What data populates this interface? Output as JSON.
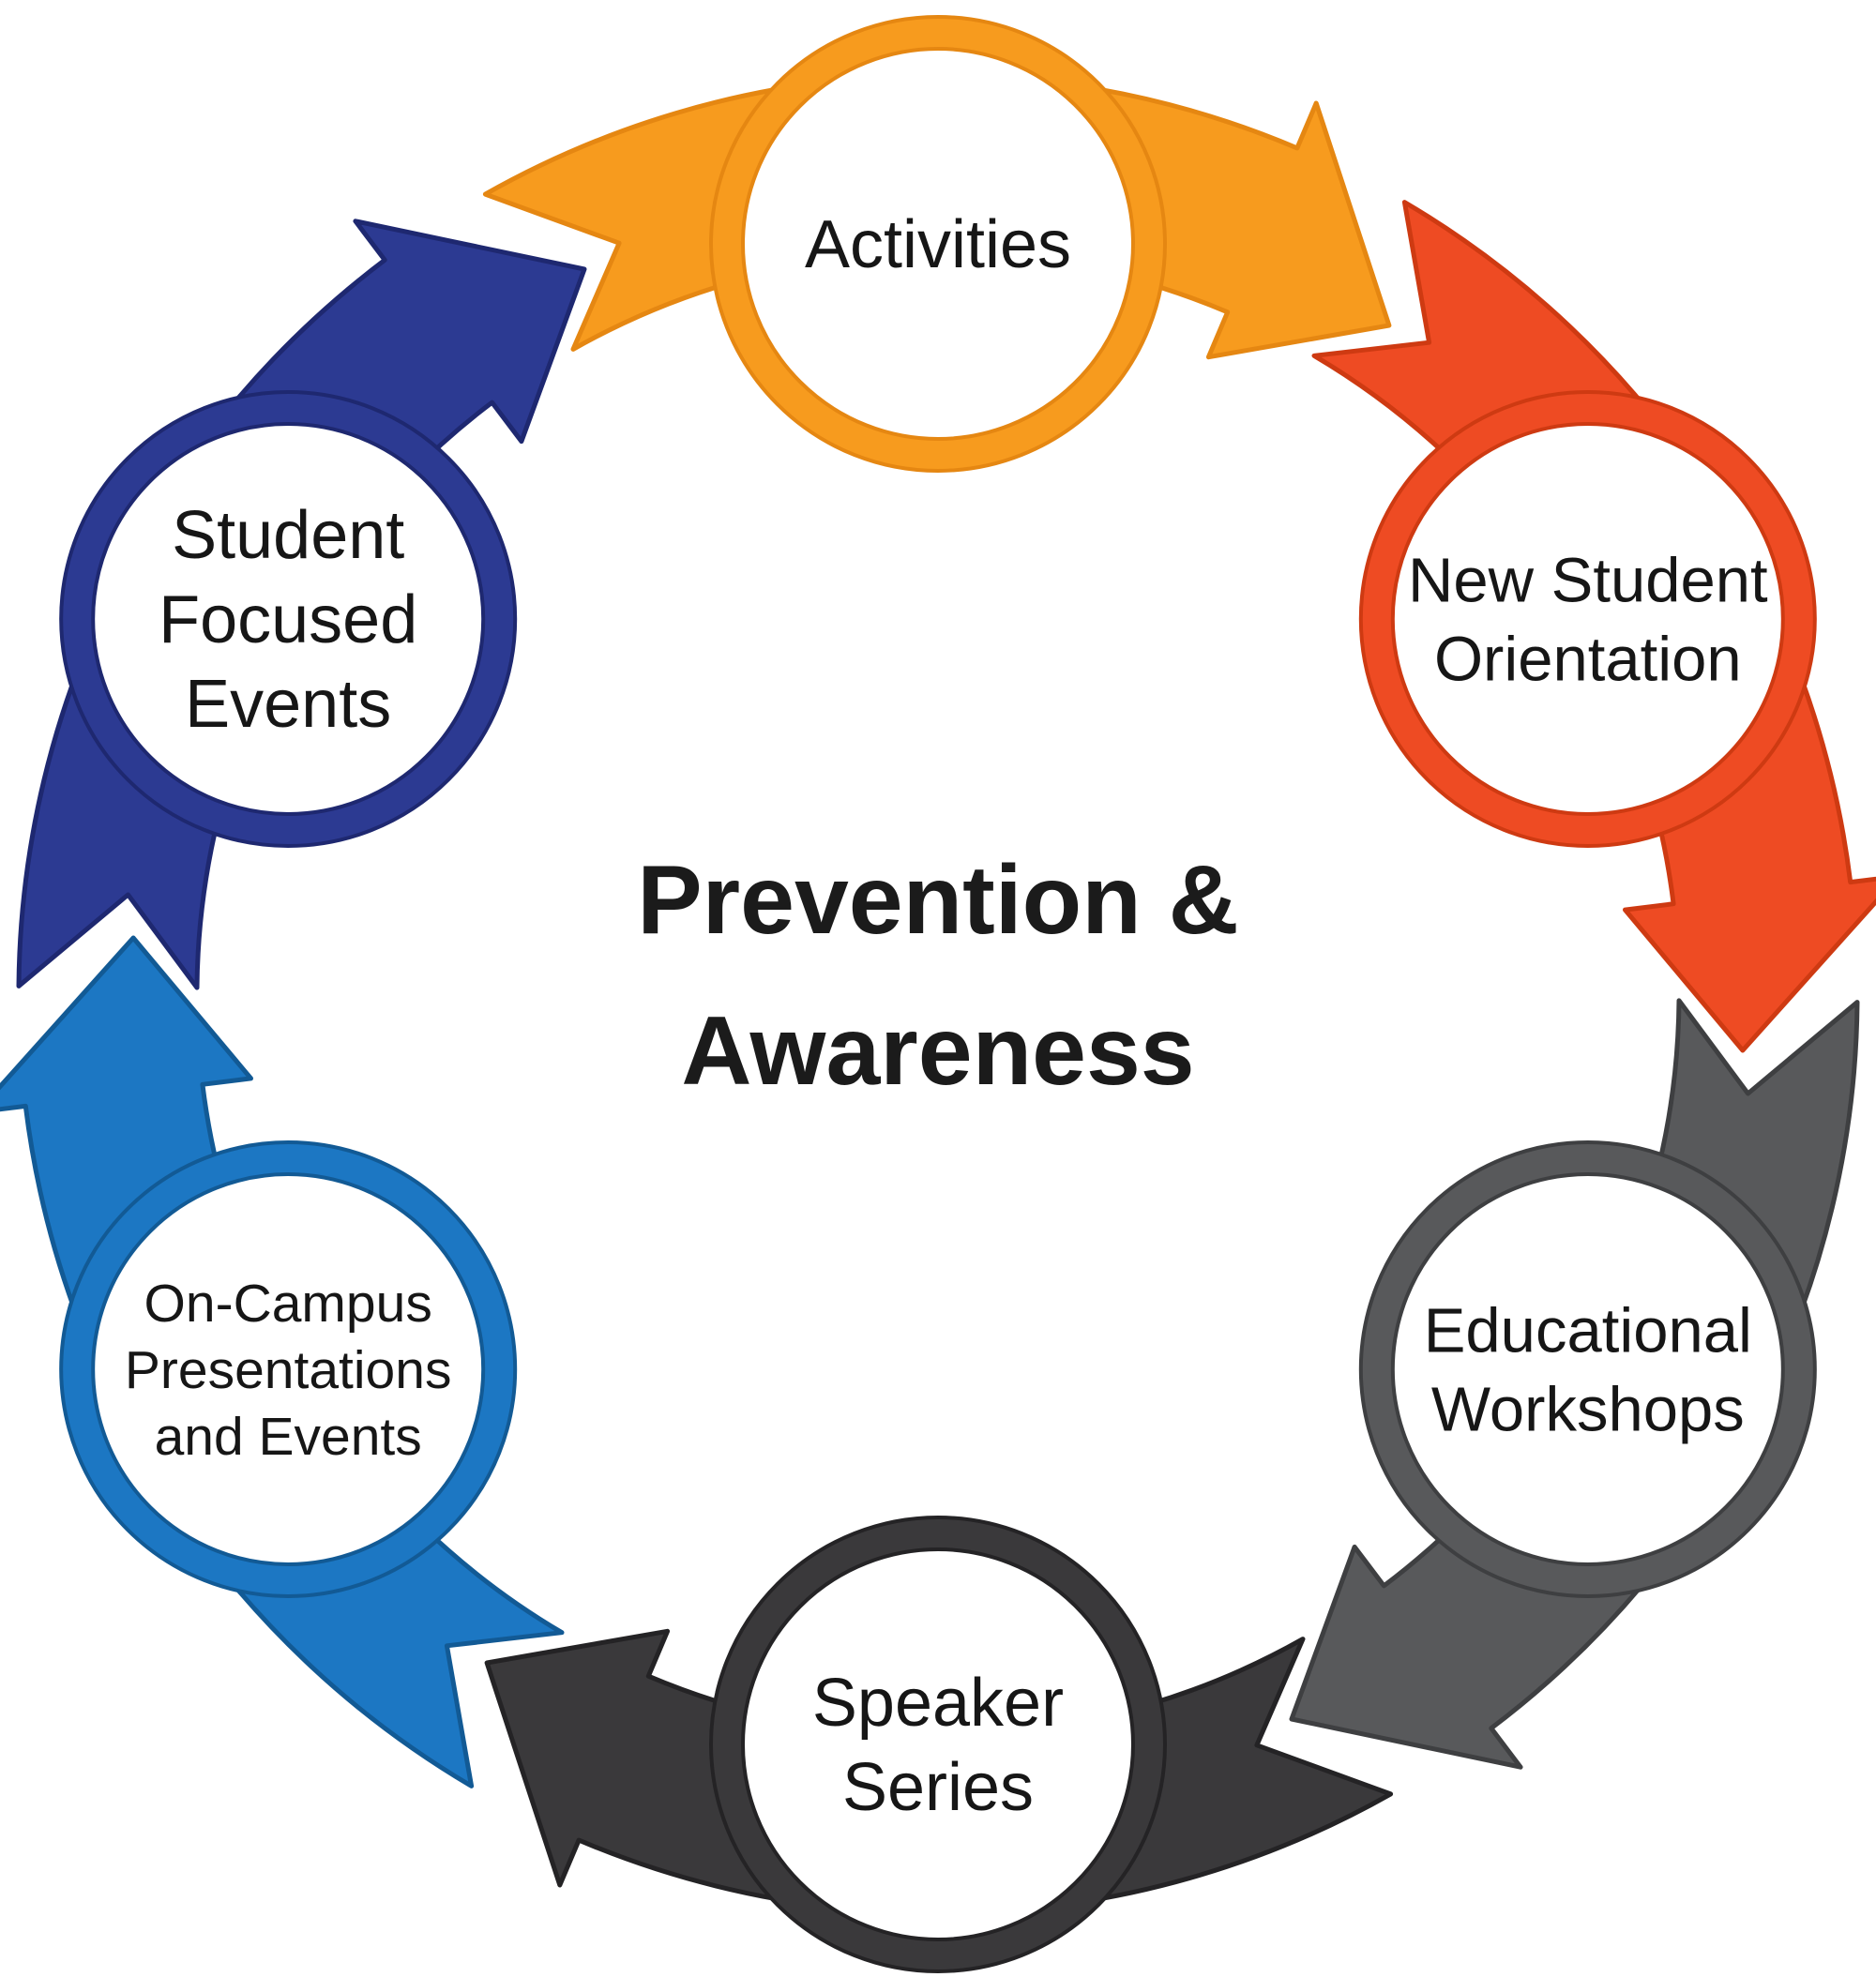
{
  "diagram": {
    "type": "cycle",
    "direction": "clockwise",
    "title": {
      "line1": "Prevention &",
      "line2": "Awareness",
      "color": "#1b1b1b"
    },
    "label_text_color": "#161616",
    "background_color": "#ffffff",
    "nodes": [
      {
        "id": "activities",
        "label": "Activities",
        "label_lines": [
          "Activities"
        ],
        "ring_color": "#F79B1E",
        "edge_color": "#E58712"
      },
      {
        "id": "new-student-orientation",
        "label": "New Student Orientation",
        "label_lines": [
          "New Student",
          "Orientation"
        ],
        "ring_color": "#EE4B23",
        "edge_color": "#CE3A12"
      },
      {
        "id": "educational-workshops",
        "label": "Educational Workshops",
        "label_lines": [
          "Educational",
          "Workshops"
        ],
        "ring_color": "#58595B",
        "edge_color": "#3E3F41"
      },
      {
        "id": "speaker-series",
        "label": "Speaker Series",
        "label_lines": [
          "Speaker",
          "Series"
        ],
        "ring_color": "#3A393B",
        "edge_color": "#242325"
      },
      {
        "id": "on-campus-presentations-and-events",
        "label": "On-Campus Presentations and Events",
        "label_lines": [
          "On-Campus",
          "Presentations",
          "and Events"
        ],
        "ring_color": "#1C77C3",
        "edge_color": "#125A95"
      },
      {
        "id": "student-focused-events",
        "label": "Student Focused Events",
        "label_lines": [
          "Student",
          "Focused",
          "Events"
        ],
        "ring_color": "#2C3A92",
        "edge_color": "#1E2870"
      }
    ],
    "cycle_order": [
      "activities",
      "new-student-orientation",
      "educational-workshops",
      "speaker-series",
      "on-campus-presentations-and-events",
      "student-focused-events"
    ]
  }
}
